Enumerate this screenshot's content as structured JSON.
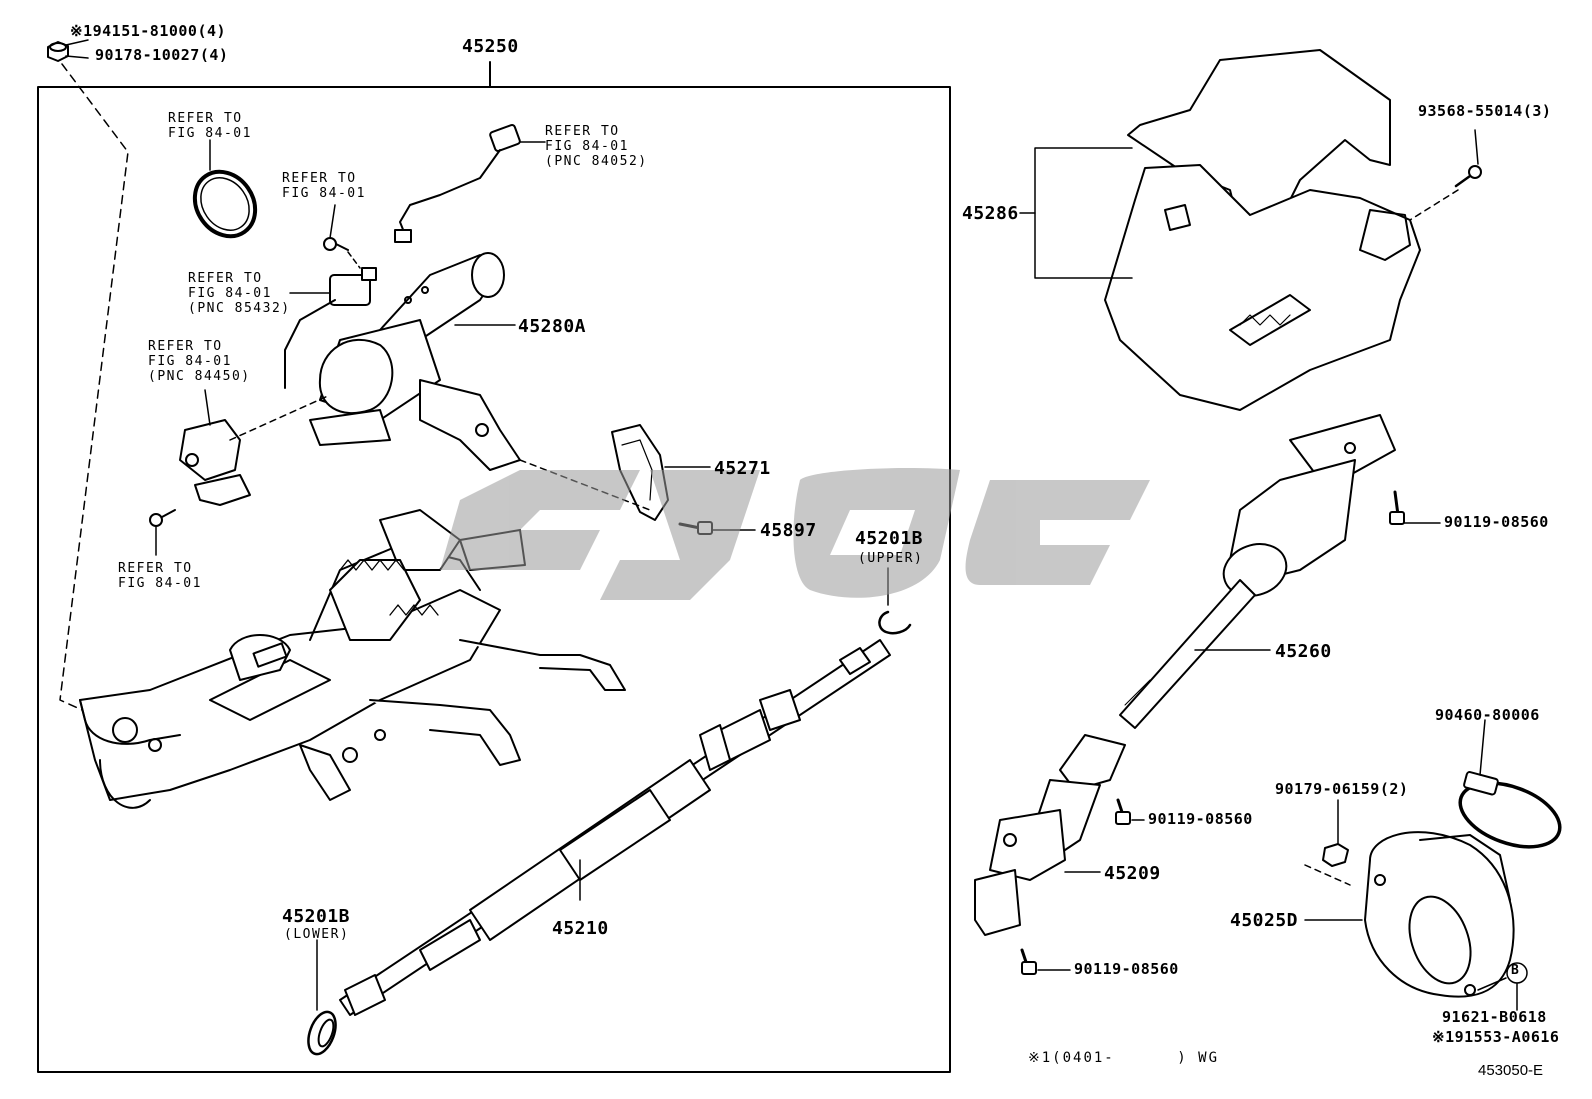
{
  "diagram": {
    "assembly_label": "45250",
    "parts": {
      "p1": "※194151-81000(4)",
      "p2": "90178-10027(4)",
      "p3": "45280A",
      "p4": "45271",
      "p5": "45897",
      "p6": "45201B",
      "p6_sub": "(UPPER)",
      "p7": "45201B",
      "p7_sub": "(LOWER)",
      "p8": "45210",
      "p9": "45286",
      "p10": "93568-55014(3)",
      "p11": "90119-08560",
      "p12": "45260",
      "p13": "90460-80006",
      "p14": "90179-06159(2)",
      "p15": "90119-08560",
      "p16": "45209",
      "p17": "45025D",
      "p18": "90119-08560",
      "p19": "91621-B0618",
      "p20": "※191553-A0616",
      "circle_b": "B"
    },
    "refs": {
      "r1_a": "REFER TO",
      "r1_b": "FIG 84-01",
      "r2_a": "REFER TO",
      "r2_b": "FIG 84-01",
      "r3_a": "REFER TO",
      "r3_b": "FIG 84-01",
      "r3_c": "(PNC 84052)",
      "r4_a": "REFER TO",
      "r4_b": "FIG 84-01",
      "r4_c": "(PNC 85432)",
      "r5_a": "REFER TO",
      "r5_b": "FIG 84-01",
      "r5_c": "(PNC 84450)",
      "r6_a": "REFER TO",
      "r6_b": "FIG 84-01"
    },
    "footnote": "※1(0401-      ) WG",
    "figure_code": "453050-E"
  },
  "colors": {
    "line": "#000000",
    "watermark": "#9a9a9a"
  }
}
